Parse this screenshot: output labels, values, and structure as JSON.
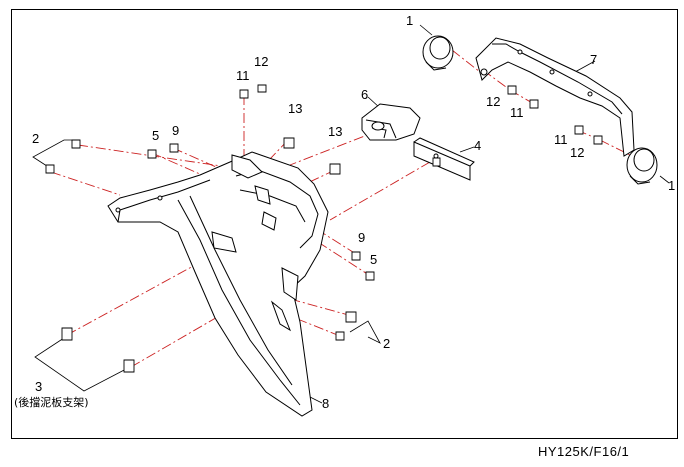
{
  "diagram": {
    "callouts": {
      "c1a": "1",
      "c1b": "1",
      "c2a": "2",
      "c2b": "2",
      "c3": "3",
      "c4": "4",
      "c5a": "5",
      "c5b": "5",
      "c6": "6",
      "c7": "7",
      "c8": "8",
      "c9a": "9",
      "c9b": "9",
      "c11a": "11",
      "c11b": "11",
      "c11c": "11",
      "c12a": "12",
      "c12b": "12",
      "c12c": "12",
      "c13a": "13",
      "c13b": "13"
    },
    "note": "(後擋泥板支架)",
    "footer_code": "HY125K/F16/1"
  }
}
